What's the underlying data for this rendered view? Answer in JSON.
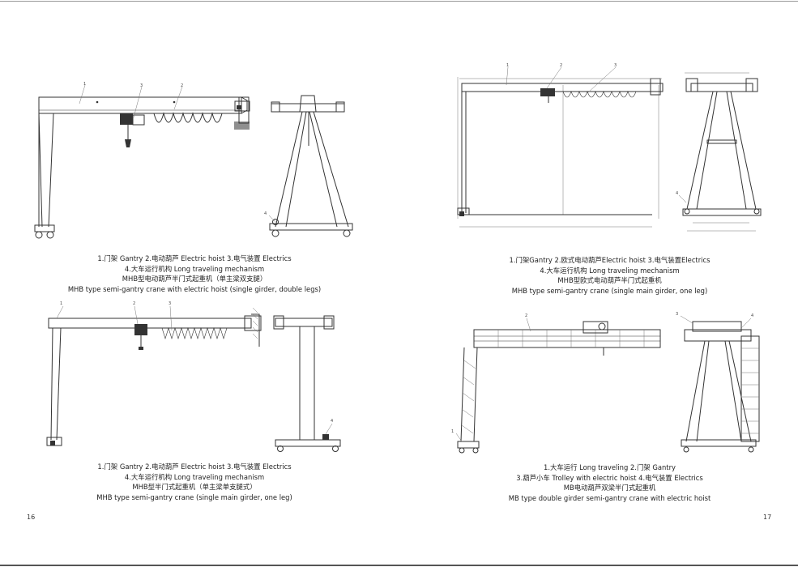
{
  "figures": [
    {
      "caption": [
        "1.门架 Gantry  2.电动葫芦 Electric hoist 3.电气装置 Electrics",
        "4.大车运行机构  Long traveling mechanism",
        "MHB型电动葫芦半门式起重机（单主梁双支腿）",
        "MHB type semi-gantry crane with electric hoist (single girder, double legs)"
      ],
      "callouts": [
        "1",
        "2",
        "3",
        "4"
      ]
    },
    {
      "caption": [
        "1.门架Gantry  2.欧式电动葫芦Electric hoist  3.电气装置Electrics",
        "4.大车运行机构  Long traveling mechanism",
        "MHB型欧式电动葫芦半门式起重机",
        "MHB type semi-gantry crane (single main girder, one leg)"
      ],
      "callouts": [
        "1",
        "2",
        "3",
        "4"
      ]
    },
    {
      "caption": [
        "1.门架 Gantry  2.电动葫芦 Electric hoist 3.电气装置 Electrics",
        "4.大车运行机构 Long traveling mechanism",
        "MHB型半门式起重机（单主梁单支腿式）",
        "MHB type semi-gantry crane (single main girder, one leg)"
      ],
      "callouts": [
        "1",
        "2",
        "3",
        "4"
      ]
    },
    {
      "caption": [
        "1.大车运行 Long traveling  2.门架 Gantry",
        "3.葫芦小车 Trolley with electric hoist  4.电气装置 Electrics",
        "MB电动葫芦双梁半门式起重机",
        "MB type double girder semi-gantry crane with electric hoist"
      ],
      "callouts": [
        "1",
        "2",
        "3",
        "4"
      ]
    }
  ],
  "pages": {
    "left": "16",
    "right": "17"
  }
}
